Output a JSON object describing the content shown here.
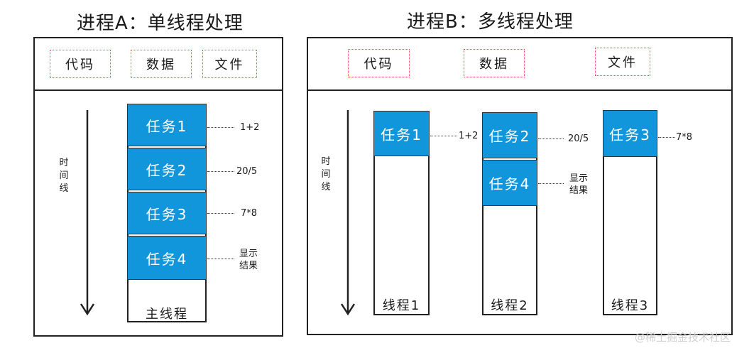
{
  "left": {
    "title": "进程A：单线程处理",
    "resources": [
      "代码",
      "数据",
      "文件"
    ],
    "timeline_label": "时间线",
    "tasks": [
      {
        "label": "任务1",
        "note": "1+2"
      },
      {
        "label": "任务2",
        "note": "20/5"
      },
      {
        "label": "任务3",
        "note": "7*8"
      },
      {
        "label": "任务4",
        "note": "显示\n结果"
      }
    ],
    "thread_label": "主线程"
  },
  "right": {
    "title": "进程B：多线程处理",
    "resources": [
      "代码",
      "数据",
      "文件"
    ],
    "timeline_label": "时间线",
    "threads": [
      {
        "label": "线程1",
        "tasks": [
          {
            "label": "任务1",
            "note": "1+2"
          }
        ]
      },
      {
        "label": "线程2",
        "tasks": [
          {
            "label": "任务2",
            "note": "20/5"
          },
          {
            "label": "任务4",
            "note": "显示\n结果"
          }
        ]
      },
      {
        "label": "线程3",
        "tasks": [
          {
            "label": "任务3",
            "note": "7*8"
          }
        ]
      }
    ]
  },
  "watermark": "@稀土掘金技术社区",
  "colors": {
    "task_fill": "#1296db",
    "resource_border": "#e0574f",
    "line": "#222222"
  }
}
